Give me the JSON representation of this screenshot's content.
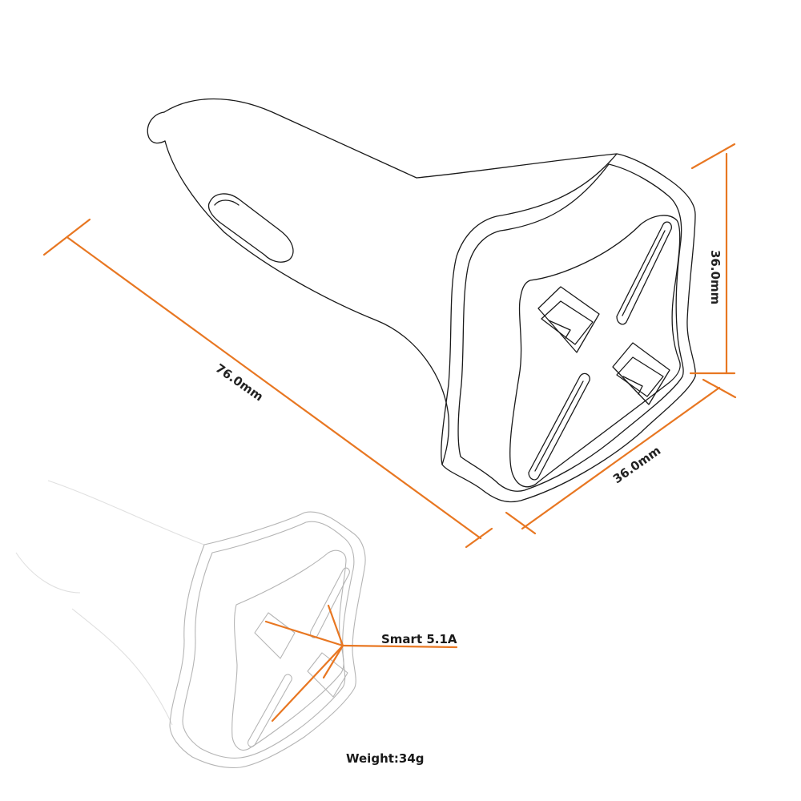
{
  "colors": {
    "accent": "#e87722",
    "line": "#1a1a1a",
    "ghost": "#b5b5b5"
  },
  "dimensions": {
    "length": "76.0mm",
    "width": "36.0mm",
    "height": "36.0mm"
  },
  "callout": {
    "label": "Smart 5.1A"
  },
  "specs": {
    "weight": "Weight:34g"
  }
}
